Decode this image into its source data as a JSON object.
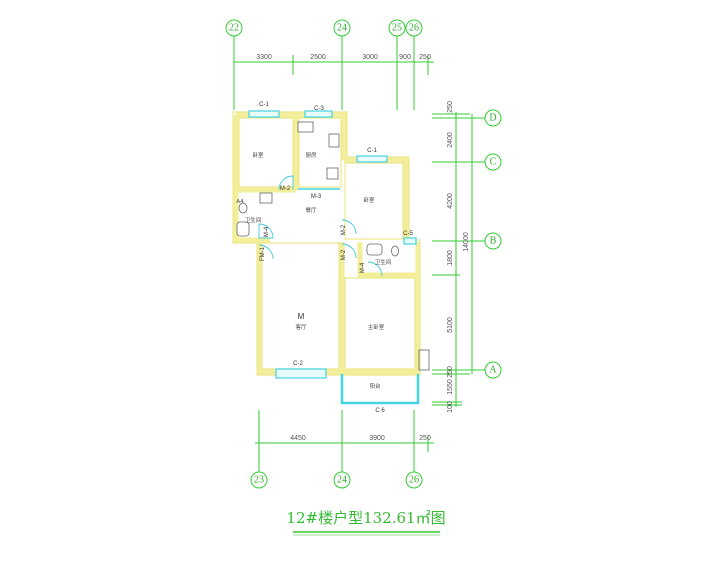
{
  "title": "12#楼户型132.61㎡图",
  "axes": {
    "top": [
      "22",
      "24",
      "25",
      "26"
    ],
    "bottom": [
      "23",
      "24",
      "26"
    ],
    "right": [
      "D",
      "C",
      "B",
      "A"
    ]
  },
  "dimensions": {
    "top": [
      "3300",
      "2500",
      "3000",
      "900",
      "250"
    ],
    "bottom": [
      "4450",
      "3900",
      "250"
    ],
    "right": [
      "250",
      "2400",
      "4200",
      "1800",
      "5100",
      "250",
      "1550",
      "100"
    ],
    "right_total": "14000"
  },
  "windows": {
    "c1a": "C-1",
    "c3": "C-3",
    "c1b": "C-1",
    "c5": "C-5",
    "c2": "C-2",
    "c6": "C 6"
  },
  "doors": {
    "m2a": "M-2",
    "m3": "M-3",
    "m4a": "M-4",
    "fm1": "FM-1",
    "m2b": "M-2",
    "m2c": "M-2",
    "m4b": "M-4"
  },
  "rooms": {
    "bedroom1": "卧室",
    "kitchen": "厨房",
    "bedroom2": "卧室",
    "bath1": "卫生间",
    "dining": "餐厅",
    "living_mark": "M",
    "living": "客厅",
    "bath2": "卫生间",
    "master": "主卧室",
    "balcony": "阳台",
    "a4": "A4"
  }
}
